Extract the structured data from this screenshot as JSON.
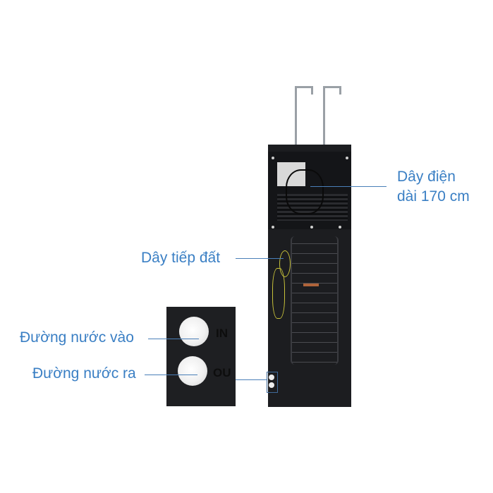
{
  "image": {
    "description": "Rear view of a water purifier / dispenser with callout labels",
    "background_color": "#ffffff",
    "label_color": "#3a7fc4"
  },
  "callouts": [
    {
      "id": "power-cord",
      "text_line1": "Dây điện",
      "text_line2": "dài 170 cm"
    },
    {
      "id": "ground-wire",
      "text": "Dây tiếp đất"
    },
    {
      "id": "water-inlet",
      "text": "Đường nước vào"
    },
    {
      "id": "water-outlet",
      "text": "Đường nước ra"
    }
  ],
  "inset": {
    "inlet_marking": "IN",
    "outlet_marking": "OU"
  }
}
